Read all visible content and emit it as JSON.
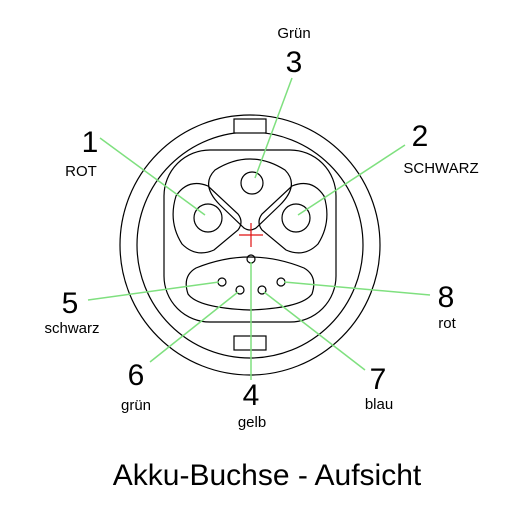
{
  "title": "Akku-Buchse - Aufsicht",
  "pins": [
    {
      "number": "1",
      "label": "ROT"
    },
    {
      "number": "2",
      "label": "SCHWARZ"
    },
    {
      "number": "3",
      "label": "Grün"
    },
    {
      "number": "4",
      "label": "gelb"
    },
    {
      "number": "5",
      "label": "schwarz"
    },
    {
      "number": "6",
      "label": "grün"
    },
    {
      "number": "7",
      "label": "blau"
    },
    {
      "number": "8",
      "label": "rot"
    }
  ],
  "colors": {
    "outline": "#000000",
    "leader": "#7fe07f",
    "center_mark": "#e01010",
    "background": "#ffffff"
  }
}
